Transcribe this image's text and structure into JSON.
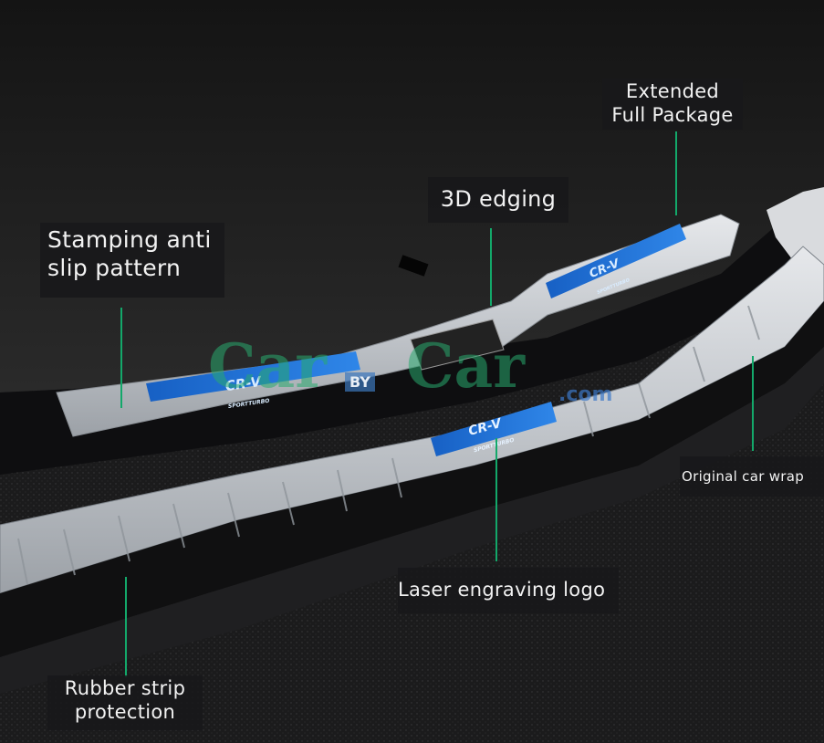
{
  "callouts": {
    "extended": "Extended\nFull Package",
    "edging": "3D edging",
    "stamping": "Stamping anti\nslip pattern",
    "original_wrap": "Original car wrap",
    "laser_logo": "Laser engraving logo",
    "rubber_strip": "Rubber strip\nprotection"
  },
  "plates": {
    "badge_model": "CR-V",
    "badge_sub": "SPORTTURBO"
  },
  "watermark": {
    "left": "Car",
    "by": "BY",
    "right": "Car",
    "tld": ".com"
  },
  "colors": {
    "accent_line": "#13a86a",
    "label_bg": "#18181a",
    "badge_blue": "#1b6fd6",
    "steel": "#c9cdd2",
    "carpet": "#1a1a1a"
  }
}
